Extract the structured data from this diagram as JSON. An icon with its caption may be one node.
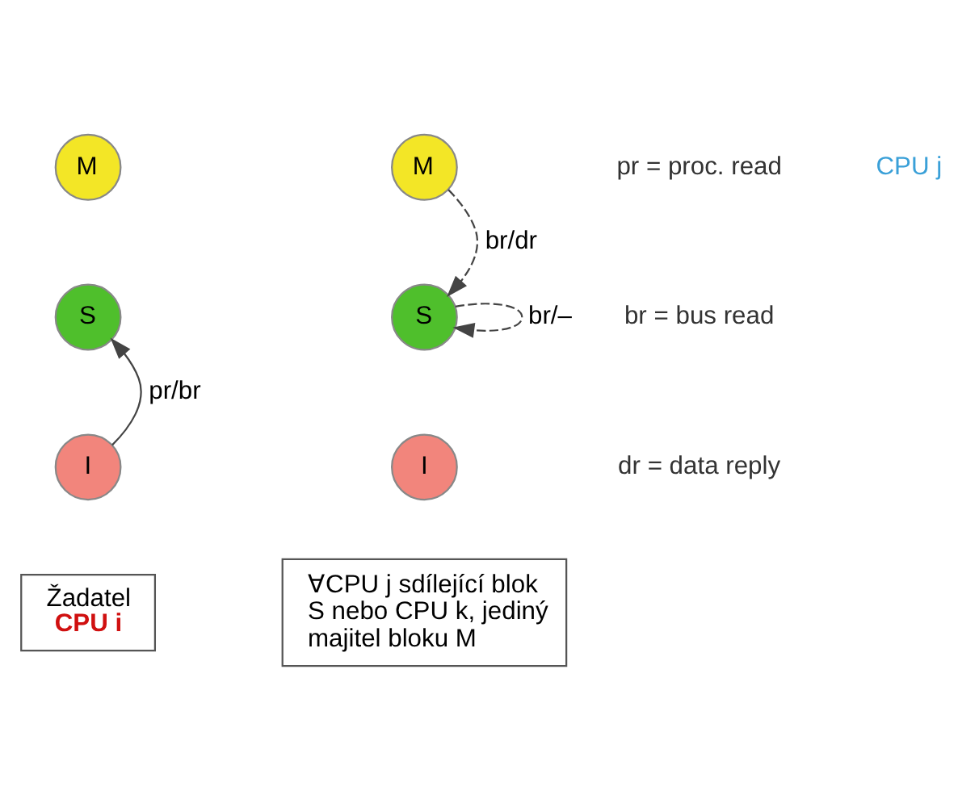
{
  "diagram": {
    "nodes": [
      {
        "text": [
          "M"
        ]
      },
      {
        "text": [
          "S"
        ]
      },
      {
        "text": [
          "I"
        ]
      },
      {
        "text": [
          "Žadatel",
          "CPU i"
        ]
      },
      {
        "text": [
          "M"
        ]
      },
      {
        "text": [
          "S"
        ]
      },
      {
        "text": [
          "I"
        ]
      },
      {
        "text": [
          "∀CPU j sdílející blok S nebo CPU k, jediný majitel bloku M"
        ]
      }
    ],
    "edges": [
      {
        "from": 2,
        "to": 1,
        "arrow": "to",
        "label": "pr/br"
      },
      {
        "from": 4,
        "to": 5,
        "arrow": "to",
        "label": "br/dr",
        "style": "dashed"
      },
      {
        "from": 5,
        "to": 5,
        "arrow": "to",
        "label": "br/–",
        "style": "dashed"
      }
    ],
    "labels": [
      "pr = proc. read",
      "br = bus read",
      "dr = data reply",
      "CPU j"
    ]
  }
}
